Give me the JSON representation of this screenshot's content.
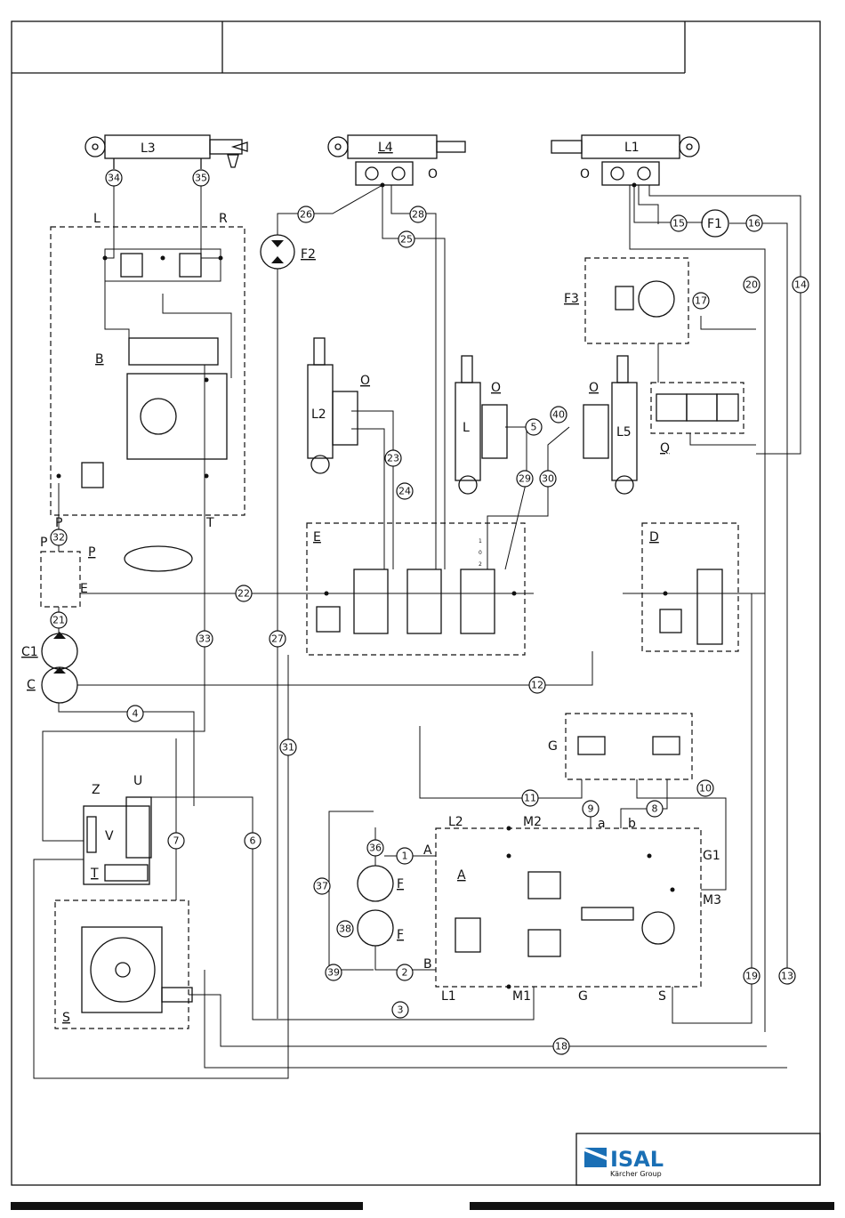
{
  "labels": {
    "L3": "L3",
    "L4": "L4",
    "L1": "L1",
    "L2": "L2",
    "L": "L",
    "L5": "L5",
    "O": "O",
    "F1": "F1",
    "F2": "F2",
    "F3": "F3",
    "Q": "Q",
    "B": "B",
    "D": "D",
    "E": "E",
    "P": "P",
    "C1": "C1",
    "C": "C",
    "T": "T",
    "R": "R",
    "G": "G",
    "Z": "Z",
    "U": "U",
    "V": "V",
    "S": "S",
    "A": "A",
    "F": "F",
    "M1": "M1",
    "M2": "M2",
    "M3": "M3",
    "G1": "G1",
    "a": "a",
    "b": "b"
  },
  "callouts": [
    {
      "id": "c34",
      "n": "34"
    },
    {
      "id": "c35",
      "n": "35"
    },
    {
      "id": "c26",
      "n": "26"
    },
    {
      "id": "c28",
      "n": "28"
    },
    {
      "id": "c25",
      "n": "25"
    },
    {
      "id": "c15",
      "n": "15"
    },
    {
      "id": "c16",
      "n": "16"
    },
    {
      "id": "c20",
      "n": "20"
    },
    {
      "id": "c14",
      "n": "14"
    },
    {
      "id": "c17",
      "n": "17"
    },
    {
      "id": "c23",
      "n": "23"
    },
    {
      "id": "c24",
      "n": "24"
    },
    {
      "id": "c5",
      "n": "5"
    },
    {
      "id": "c40",
      "n": "40"
    },
    {
      "id": "c29",
      "n": "29"
    },
    {
      "id": "c30",
      "n": "30"
    },
    {
      "id": "c32",
      "n": "32"
    },
    {
      "id": "c22",
      "n": "22"
    },
    {
      "id": "c21",
      "n": "21"
    },
    {
      "id": "c33",
      "n": "33"
    },
    {
      "id": "c27",
      "n": "27"
    },
    {
      "id": "c12",
      "n": "12"
    },
    {
      "id": "c4",
      "n": "4"
    },
    {
      "id": "c31",
      "n": "31"
    },
    {
      "id": "c11",
      "n": "11"
    },
    {
      "id": "c9",
      "n": "9"
    },
    {
      "id": "c8",
      "n": "8"
    },
    {
      "id": "c10",
      "n": "10"
    },
    {
      "id": "c7",
      "n": "7"
    },
    {
      "id": "c6",
      "n": "6"
    },
    {
      "id": "c36",
      "n": "36"
    },
    {
      "id": "c1",
      "n": "1"
    },
    {
      "id": "c37",
      "n": "37"
    },
    {
      "id": "c38",
      "n": "38"
    },
    {
      "id": "c39",
      "n": "39"
    },
    {
      "id": "c2",
      "n": "2"
    },
    {
      "id": "c3",
      "n": "3"
    },
    {
      "id": "c19",
      "n": "19"
    },
    {
      "id": "c13",
      "n": "13"
    },
    {
      "id": "c18",
      "n": "18"
    }
  ],
  "valve_positions": [
    "1",
    "0",
    "2"
  ],
  "logo": {
    "brand": "ISAL",
    "tagline": "Kärcher Group",
    "accent": "#1a6fb5"
  }
}
